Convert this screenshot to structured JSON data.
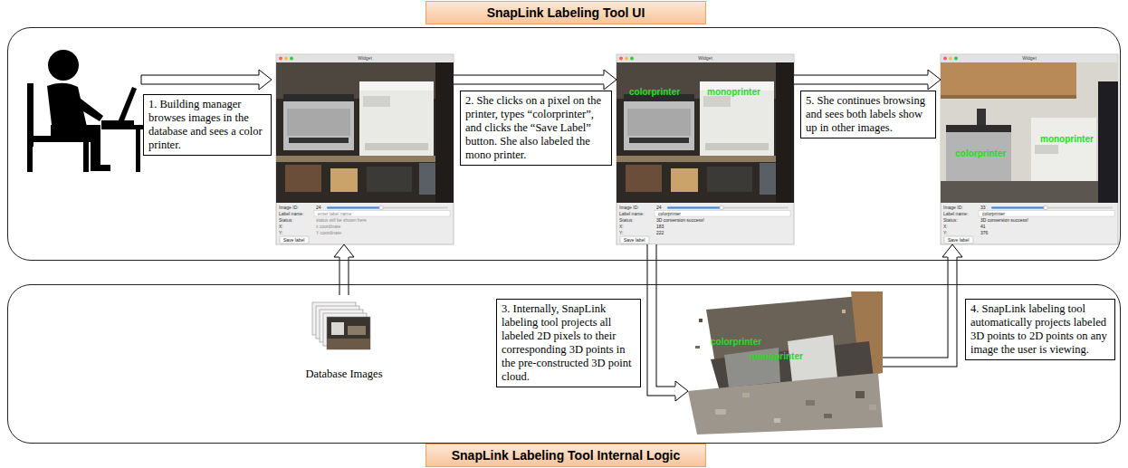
{
  "diagram": {
    "nodes": [
      {
        "text": [
          "SnapLink Labeling Tool UI"
        ]
      },
      {
        "text": [
          "1. Building manager browses images in the database and sees a color printer."
        ],
        "in": 0
      },
      {
        "text": [
          "Widget",
          "Image ID:",
          "24",
          "Label name:",
          "enter label name",
          "Status:",
          "status will be shown here",
          "X:",
          "x coordinate",
          "Y:",
          "Y coordinate",
          "Save label"
        ],
        "in": 0
      },
      {
        "text": [
          "2. She clicks on a pixel on the printer, types “colorprinter”, and clicks the “Save Label” button. She also labeled the mono printer."
        ],
        "in": 0
      },
      {
        "text": [
          "Widget",
          "colorprinter",
          "monoprinter",
          "Image ID:",
          "24",
          "Label name:",
          "colorprinter",
          "Status:",
          "3D conversion success!",
          "X:",
          "183",
          "Y:",
          "222",
          "Save label"
        ],
        "in": 0
      },
      {
        "text": [
          "5. She continues browsing and sees both labels show up in other images."
        ],
        "in": 0
      },
      {
        "text": [
          "Widget",
          "colorprinter",
          "monoprinter",
          "Image ID:",
          "33",
          "Label name:",
          "colorprinter",
          "Status:",
          "3D conversion success!",
          "X:",
          "41",
          "Y:",
          "376",
          "Save label"
        ],
        "in": 0
      },
      {
        "text": [
          "SnapLink Labeling Tool Internal Logic"
        ]
      },
      {
        "text": [
          "Database Images"
        ],
        "in": 7
      },
      {
        "text": [
          "3. Internally, SnapLink labeling tool projects all labeled 2D pixels to their corresponding 3D points in the pre-constructed 3D point cloud."
        ],
        "in": 7
      },
      {
        "text": [
          "colorprinter",
          "monoprinter"
        ],
        "in": 7
      },
      {
        "text": [
          "4. SnapLink labeling tool automatically projects labeled 3D points to 2D points on any image the user is viewing."
        ],
        "in": 7
      }
    ],
    "edges": [
      {
        "from": 2,
        "to": 4,
        "arrow": "to"
      },
      {
        "from": 4,
        "to": 6,
        "arrow": "to"
      },
      {
        "from": 8,
        "to": 2,
        "arrow": "to"
      },
      {
        "from": 4,
        "to": 10,
        "arrow": "to"
      },
      {
        "from": 10,
        "to": 6,
        "arrow": "to"
      }
    ]
  }
}
